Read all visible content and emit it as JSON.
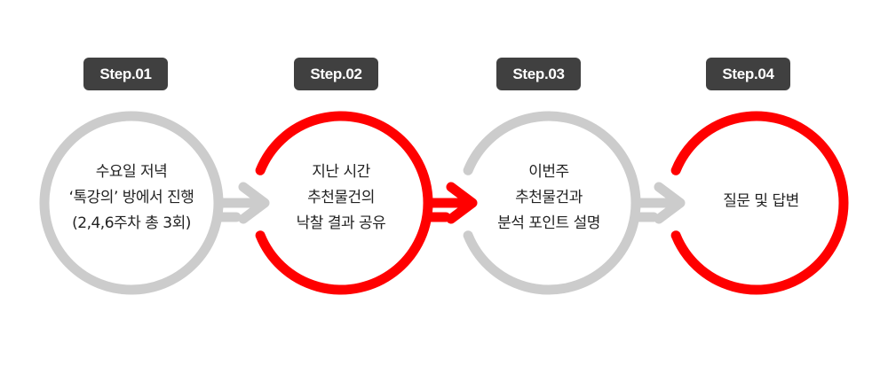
{
  "colors": {
    "active": "#ff0000",
    "inactive": "#cccccc",
    "badge_bg": "#404040",
    "badge_text": "#ffffff",
    "text": "#222222"
  },
  "steps": [
    {
      "badge": "Step.01",
      "lines": [
        "수요일 저녁",
        "‘톡강의’ 방에서 진행",
        "(2,4,6주차 총 3회)"
      ],
      "state": "inactive"
    },
    {
      "badge": "Step.02",
      "lines": [
        "지난 시간",
        "추천물건의",
        "낙찰 결과 공유"
      ],
      "state": "active"
    },
    {
      "badge": "Step.03",
      "lines": [
        "이번주",
        "추천물건과",
        "분석 포인트 설명"
      ],
      "state": "inactive"
    },
    {
      "badge": "Step.04",
      "lines": [
        "질문 및 답변"
      ],
      "state": "active"
    }
  ]
}
